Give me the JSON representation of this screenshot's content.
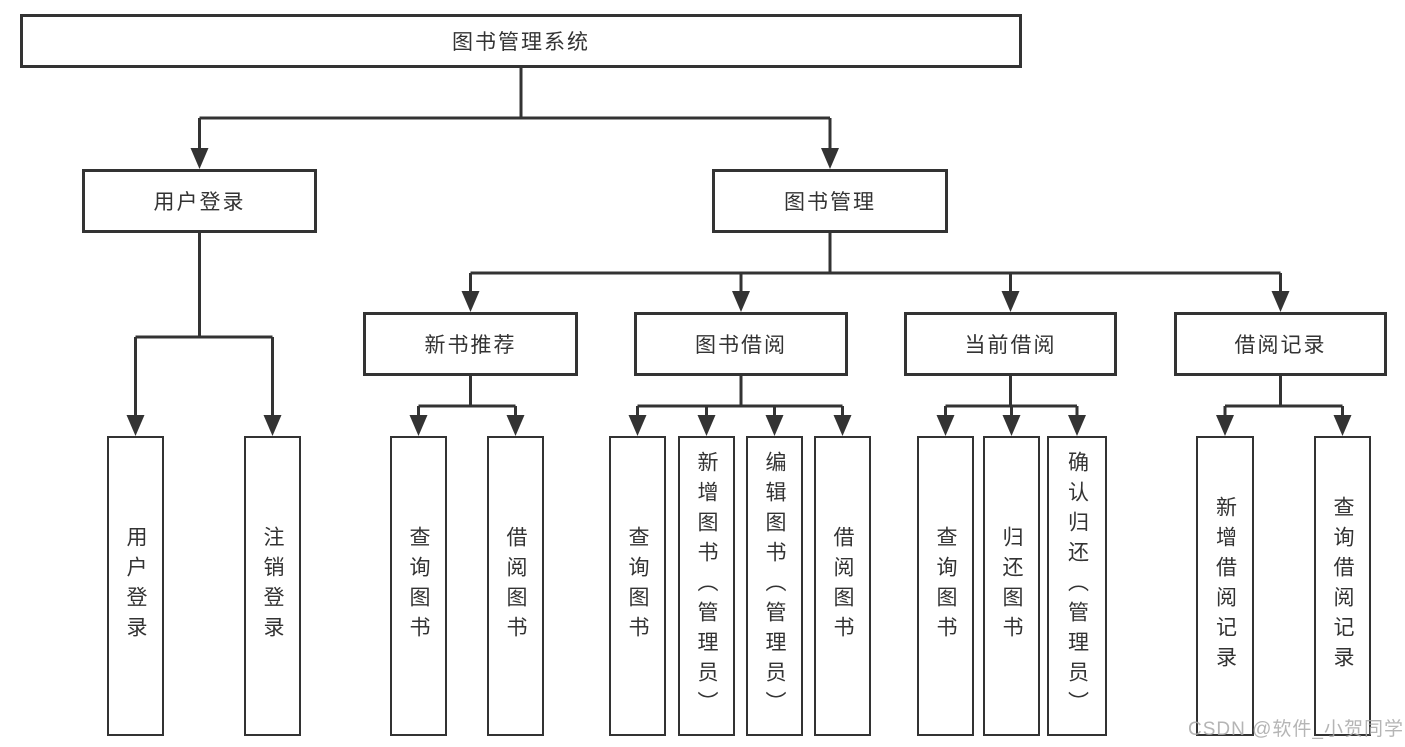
{
  "diagram": {
    "root": {
      "label": "图书管理系统"
    },
    "level2": [
      {
        "label": "用户登录"
      },
      {
        "label": "图书管理"
      }
    ],
    "level3": [
      {
        "label": "新书推荐"
      },
      {
        "label": "图书借阅"
      },
      {
        "label": "当前借阅"
      },
      {
        "label": "借阅记录"
      }
    ],
    "leaves": {
      "user": [
        {
          "label": "用户登录"
        },
        {
          "label": "注销登录"
        }
      ],
      "recommend": [
        {
          "label": "查询图书"
        },
        {
          "label": "借阅图书"
        }
      ],
      "borrow": [
        {
          "label": "查询图书"
        },
        {
          "label": "新增图书（管理员）"
        },
        {
          "label": "编辑图书（管理员）"
        },
        {
          "label": "借阅图书"
        }
      ],
      "current": [
        {
          "label": "查询图书"
        },
        {
          "label": "归还图书"
        },
        {
          "label": "确认归还（管理员）"
        }
      ],
      "records": [
        {
          "label": "新增借阅记录"
        },
        {
          "label": "查询借阅记录"
        }
      ]
    },
    "colors": {
      "line": "#333333",
      "text": "#333333",
      "background": "#ffffff",
      "watermark": "#a8a8a8"
    },
    "watermark": {
      "text": "CSDN @软件_小贺同学"
    }
  }
}
